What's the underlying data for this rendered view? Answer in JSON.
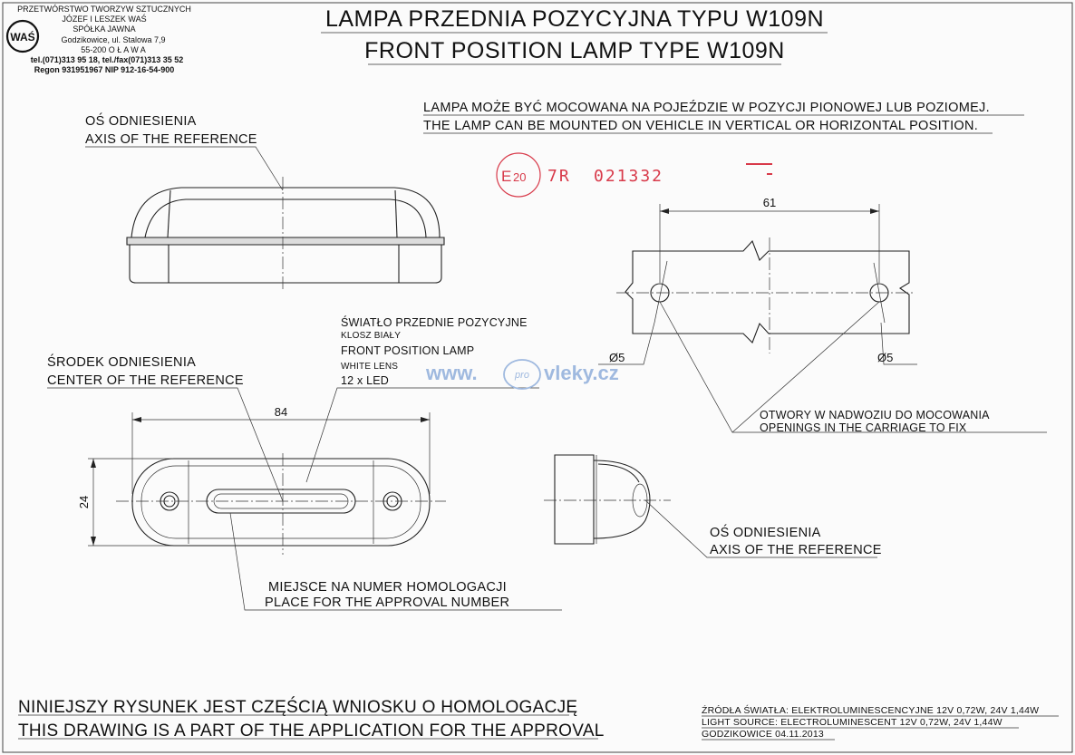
{
  "company": {
    "line1": "PRZETWÓRSTWO TWORZYW SZTUCZNYCH",
    "line2": "JÓZEF I LESZEK WAŚ",
    "line3": "SPÓŁKA JAWNA",
    "line4": "Godzikowice, ul. Stalowa 7,9",
    "line5": "55-200   O Ł A W A",
    "line6": "tel.(071)313 95 18, tel./fax(071)313 35 52",
    "line7": "Regon 931951967 NIP 912-16-54-900",
    "logo_text": "WAŚ"
  },
  "title": {
    "pl": "LAMPA PRZEDNIA POZYCYJNA TYPU W109N",
    "en": "FRONT POSITION LAMP TYPE W109N"
  },
  "mounting_note": {
    "pl": "LAMPA MOŻE BYĆ MOCOWANA NA POJEŹDZIE W POZYCJI PIONOWEJ LUB POZIOMEJ.",
    "en": "THE LAMP CAN BE MOUNTED ON VEHICLE IN VERTICAL OR HORIZONTAL POSITION."
  },
  "approval_stamp": {
    "circle_mark": "E",
    "circle_number": "20",
    "code": "7R",
    "number": "021332"
  },
  "labels": {
    "axis_top_pl": "OŚ ODNIESIENIA",
    "axis_top_en": "AXIS OF THE REFERENCE",
    "light_pl": "ŚWIATŁO PRZEDNIE POZYCYJNE",
    "lens_pl": "KLOSZ BIAŁY",
    "light_en": "FRONT POSITION LAMP",
    "lens_en": "WHITE LENS",
    "led": "12 x LED",
    "center_pl": "ŚRODEK ODNIESIENIA",
    "center_en": "CENTER OF THE REFERENCE",
    "approval_place_pl": "MIEJSCE NA NUMER HOMOLOGACJI",
    "approval_place_en": "PLACE FOR THE APPROVAL NUMBER",
    "holes_pl": "OTWORY W NADWOZIU DO MOCOWANIA",
    "holes_en": "OPENINGS IN THE CARRIAGE TO FIX",
    "axis_side_pl": "OŚ ODNIESIENIA",
    "axis_side_en": "AXIS OF THE REFERENCE"
  },
  "dimensions": {
    "length": "84",
    "height": "24",
    "hole_spacing": "61",
    "hole_dia_left": "Ø5",
    "hole_dia_right": "Ø5"
  },
  "watermark": {
    "prefix": "www.",
    "badge": "pro",
    "suffix": "vleky.cz"
  },
  "footer": {
    "pl": "NINIEJSZY RYSUNEK JEST CZĘŚCIĄ WNIOSKU O HOMOLOGACJĘ",
    "en": "THIS DRAWING IS A PART OF THE APPLICATION FOR THE APPROVAL",
    "source_pl": "ŹRÓDŁA ŚWIATŁA: ELEKTROLUMINESCENCYJNE  12V  0,72W, 24V  1,44W",
    "source_en": "LIGHT SOURCE: ELECTROLUMINESCENT  12V  0,72W, 24V  1,44W",
    "date": "GODZIKOWICE 04.11.2013"
  },
  "colors": {
    "line": "#222222",
    "stamp_red": "#d83a4a",
    "watermark_blue": "#9fb9df",
    "paper": "#fbfbfb"
  }
}
